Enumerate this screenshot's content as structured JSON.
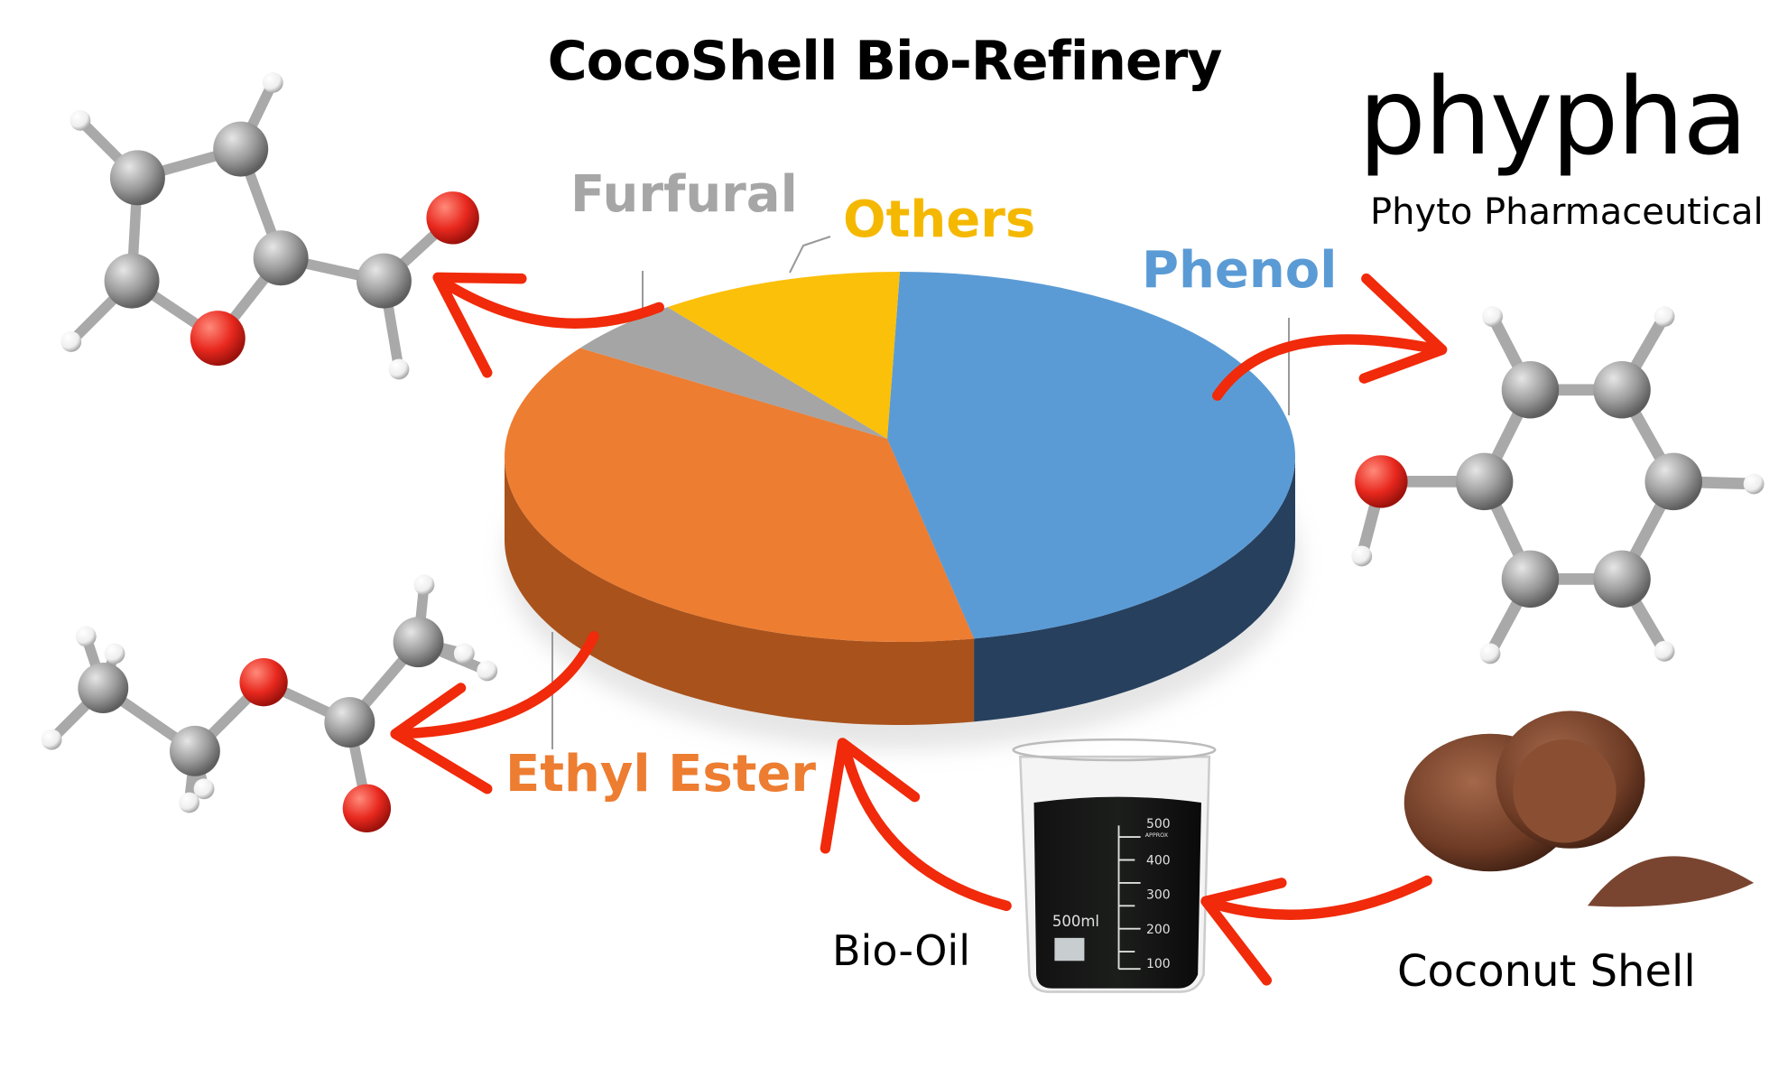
{
  "title": "CocoShell Bio-Refinery",
  "logo": {
    "name": "phypha",
    "subtitle": "Phyto Pharmaceutical"
  },
  "labels": {
    "bio_oil": "Bio-Oil",
    "coconut_shell": "Coconut Shell"
  },
  "beaker": {
    "volume_label": "500ml",
    "graduations": [
      "500",
      "400",
      "300",
      "200",
      "100"
    ],
    "approx": "APPROX"
  },
  "chart_data": {
    "type": "pie",
    "title": "CocoShell Bio-Refinery",
    "categories": [
      "Phenol",
      "Ethyl Ester",
      "Furfural",
      "Others"
    ],
    "values": [
      47,
      38,
      5,
      10
    ],
    "unit": "%",
    "colors": [
      "#5b9bd5",
      "#ed7d31",
      "#a5a5a5",
      "#fbc00a"
    ],
    "side_colors": [
      "#27405e",
      "#a9521c",
      "#777777",
      "#b08400"
    ],
    "style": "3d"
  },
  "colors": {
    "arrow": "#f02a0a",
    "carbon": "#9a9a9a",
    "oxygen": "#e8281e",
    "hydrogen": "#f2f2f2"
  }
}
